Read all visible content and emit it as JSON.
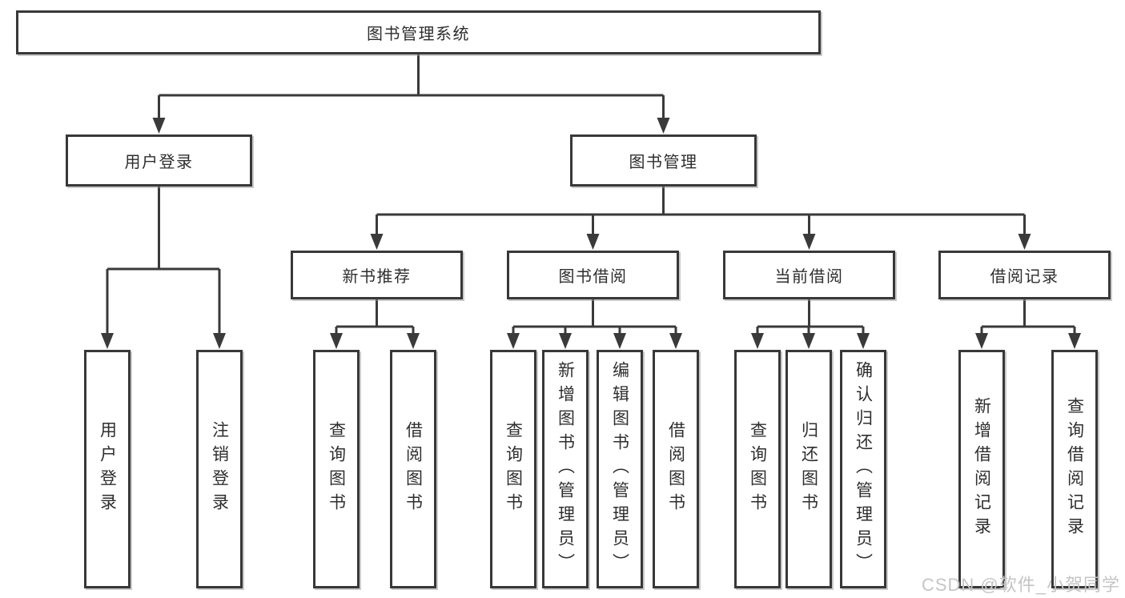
{
  "title": "图书管理系统",
  "nodes": {
    "system": "图书管理系统",
    "user-login": "用户登录",
    "book-management": "图书管理",
    "new-book-recommend": "新书推荐",
    "book-borrow": "图书借阅",
    "current-borrow": "当前借阅",
    "borrow-records": "借阅记录",
    "leaf-user-login": "用户登录",
    "leaf-logout": "注销登录",
    "nb-query-book": "查询图书",
    "nb-borrow-book": "借阅图书",
    "bb-query-book": "查询图书",
    "bb-add-book-admin": "新增图书（管理员）",
    "bb-edit-book-admin": "编辑图书（管理员）",
    "bb-borrow-book": "借阅图书",
    "cb-query-book": "查询图书",
    "cb-return-book": "归还图书",
    "cb-confirm-return-admin": "确认归还（管理员）",
    "rec-add-borrow-record": "新增借阅记录",
    "rec-query-borrow-record": "查询借阅记录"
  },
  "structure": [
    {
      "parent": "system",
      "children": [
        "user-login",
        "book-management"
      ]
    },
    {
      "parent": "user-login",
      "children": [
        "leaf-user-login",
        "leaf-logout"
      ]
    },
    {
      "parent": "book-management",
      "children": [
        "new-book-recommend",
        "book-borrow",
        "current-borrow",
        "borrow-records"
      ]
    },
    {
      "parent": "new-book-recommend",
      "children": [
        "nb-query-book",
        "nb-borrow-book"
      ]
    },
    {
      "parent": "book-borrow",
      "children": [
        "bb-query-book",
        "bb-add-book-admin",
        "bb-edit-book-admin",
        "bb-borrow-book"
      ]
    },
    {
      "parent": "current-borrow",
      "children": [
        "cb-query-book",
        "cb-return-book",
        "cb-confirm-return-admin"
      ]
    },
    {
      "parent": "borrow-records",
      "children": [
        "rec-add-borrow-record",
        "rec-query-borrow-record"
      ]
    }
  ],
  "watermark": "CSDN @软件_小贺同学",
  "colors": {
    "line": "#3a3a3a",
    "box_border": "#383838",
    "text": "#2e2e2e",
    "watermark": "#c5c5c5",
    "background": "#ffffff"
  }
}
